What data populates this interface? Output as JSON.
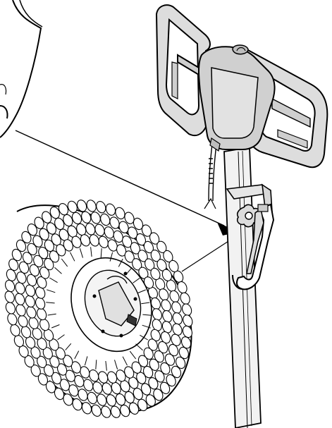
{
  "figure": {
    "type": "technical-line-illustration",
    "subjects": [
      "brush-disc",
      "machine-handle",
      "upright-column",
      "holder-hook",
      "pointer-arrow",
      "callout-line"
    ],
    "colors": {
      "line": "#000000",
      "handle_fill": "#dddddd",
      "column_fill": "#f2f2f2",
      "hook_fill": "#ffffff",
      "background": "#ffffff"
    }
  }
}
